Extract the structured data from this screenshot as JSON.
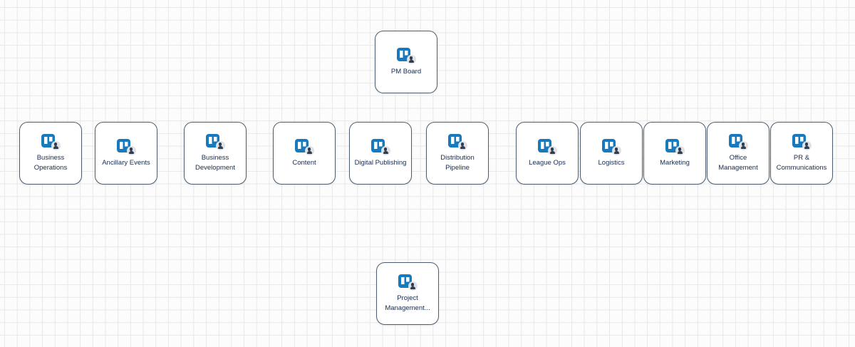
{
  "canvas": {
    "background_color": "#fcfcfc",
    "grid_line_color": "#e8e8e8"
  },
  "theme": {
    "card_border_color": "#4d5e70",
    "card_background": "#ffffff",
    "label_color": "#172b4d",
    "board_icon_color": "#1779be",
    "member_badge_background": "#e0e2e5",
    "member_icon_color": "#2e3d50"
  },
  "icons": {
    "board": "trello-board-icon",
    "member": "member-icon"
  },
  "cards": [
    {
      "label": "PM Board"
    },
    {
      "label": "Business Operations"
    },
    {
      "label": "Ancillary Events"
    },
    {
      "label": "Business Development"
    },
    {
      "label": "Content"
    },
    {
      "label": "Digital Publishing"
    },
    {
      "label": "Distribution Pipeline"
    },
    {
      "label": "League Ops"
    },
    {
      "label": "Logistics"
    },
    {
      "label": "Marketing"
    },
    {
      "label": "Office Management"
    },
    {
      "label": "PR & Communications"
    },
    {
      "label": "Project Management..."
    }
  ]
}
